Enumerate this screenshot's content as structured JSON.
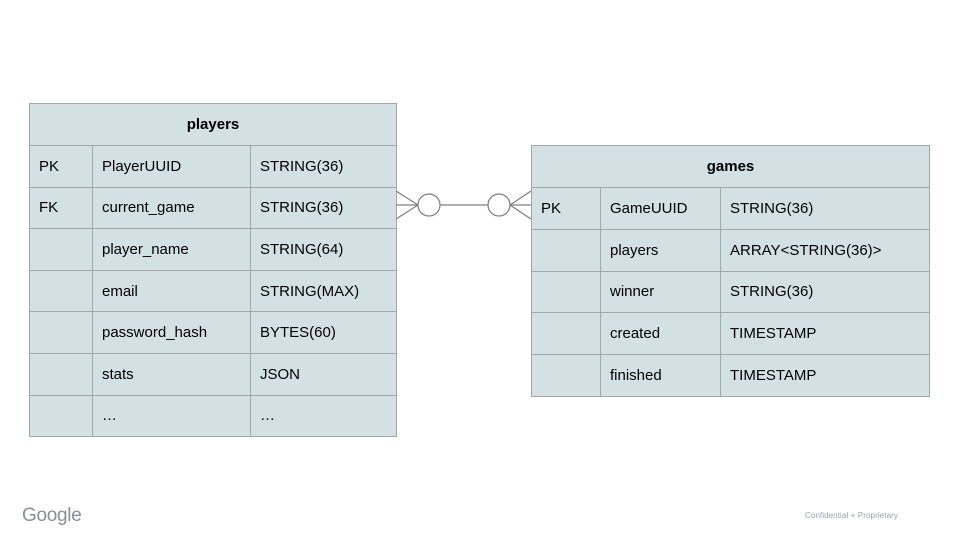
{
  "colors": {
    "cell_fill": "#d3e0e4",
    "table_border": "#a2a7a7",
    "connector_stroke": "#7f7f7f",
    "text": "#000000",
    "footer_text": "#8b8f92"
  },
  "players_table": {
    "title": "players",
    "rows": [
      {
        "key": "PK",
        "name": "PlayerUUID",
        "type": "STRING(36)"
      },
      {
        "key": "FK",
        "name": "current_game",
        "type": "STRING(36)"
      },
      {
        "key": "",
        "name": "player_name",
        "type": "STRING(64)"
      },
      {
        "key": "",
        "name": "email",
        "type": "STRING(MAX)"
      },
      {
        "key": "",
        "name": "password_hash",
        "type": "BYTES(60)"
      },
      {
        "key": "",
        "name": "stats",
        "type": "JSON"
      },
      {
        "key": "",
        "name": "…",
        "type": "…"
      }
    ]
  },
  "games_table": {
    "title": "games",
    "rows": [
      {
        "key": "PK",
        "name": "GameUUID",
        "type": "STRING(36)"
      },
      {
        "key": "",
        "name": "players",
        "type": "ARRAY<STRING(36)>"
      },
      {
        "key": "",
        "name": "winner",
        "type": "STRING(36)"
      },
      {
        "key": "",
        "name": "created",
        "type": "TIMESTAMP"
      },
      {
        "key": "",
        "name": "finished",
        "type": "TIMESTAMP"
      }
    ]
  },
  "relationship": {
    "notation": "zero-or-many to zero-or-many (crow's foot with circles)"
  },
  "footer": {
    "brand": "Google",
    "confidentiality": "Confidential + Proprietary"
  }
}
